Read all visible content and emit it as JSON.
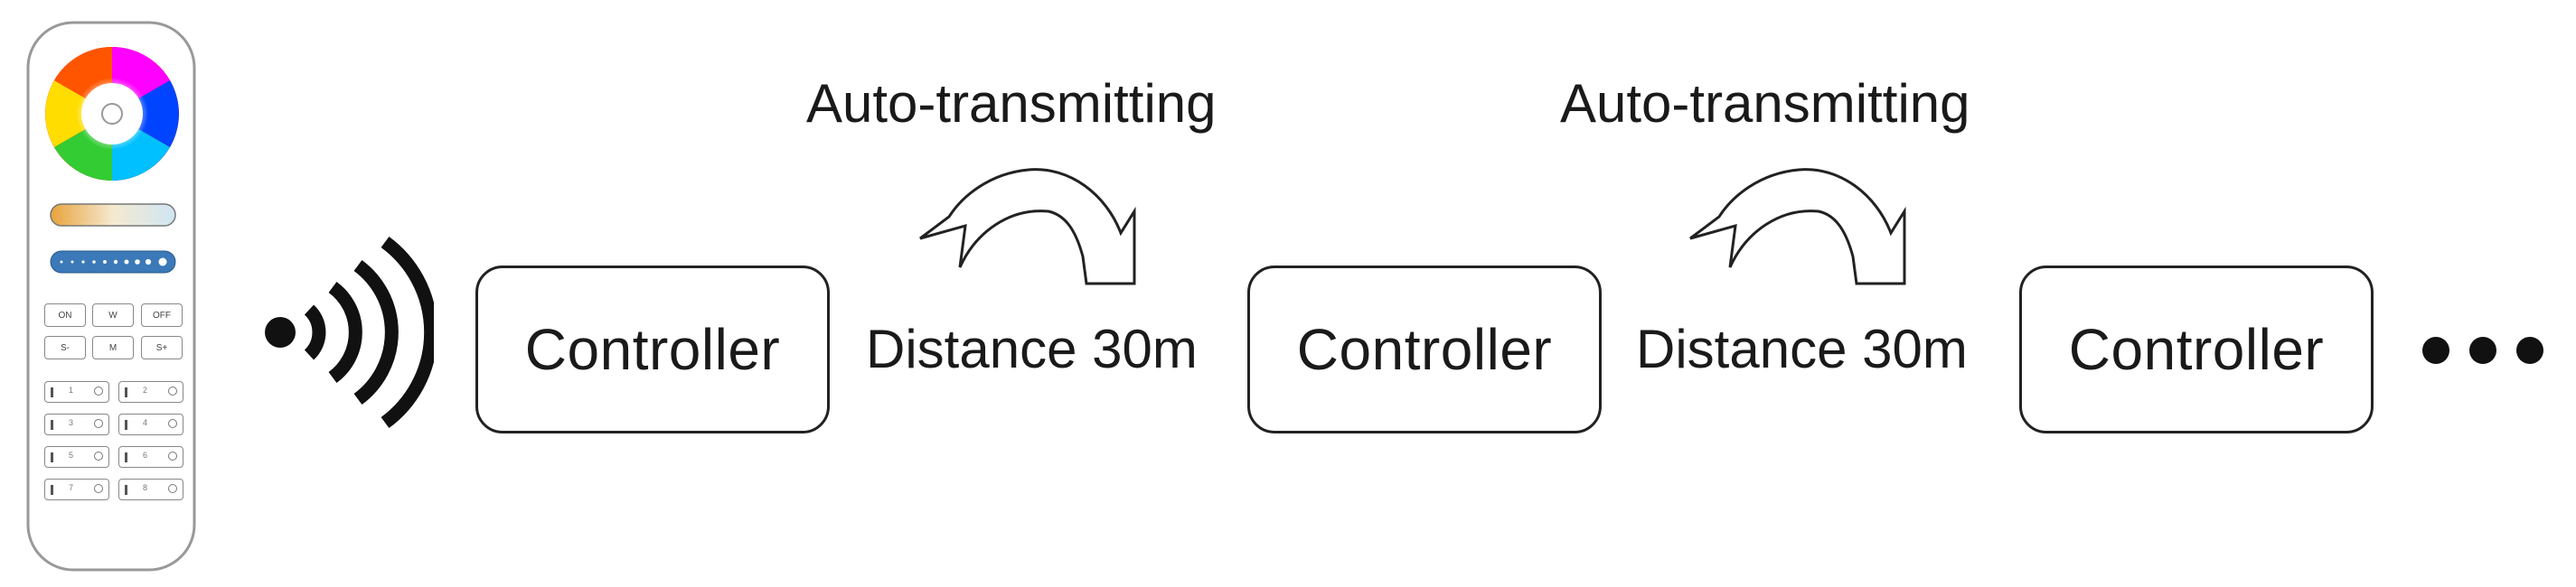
{
  "remote": {
    "buttons": {
      "on": "ON",
      "w": "W",
      "off": "OFF",
      "s_minus": "S-",
      "m": "M",
      "s_plus": "S+"
    },
    "zones": [
      "1",
      "2",
      "3",
      "4",
      "5",
      "6",
      "7",
      "8"
    ]
  },
  "chain": {
    "controller_label": "Controller",
    "distance_label": "Distance 30m",
    "auto_label": "Auto-transmitting"
  },
  "icons": [
    "wireless-signal-icon",
    "curved-arrow-icon",
    "ellipsis-icon"
  ]
}
